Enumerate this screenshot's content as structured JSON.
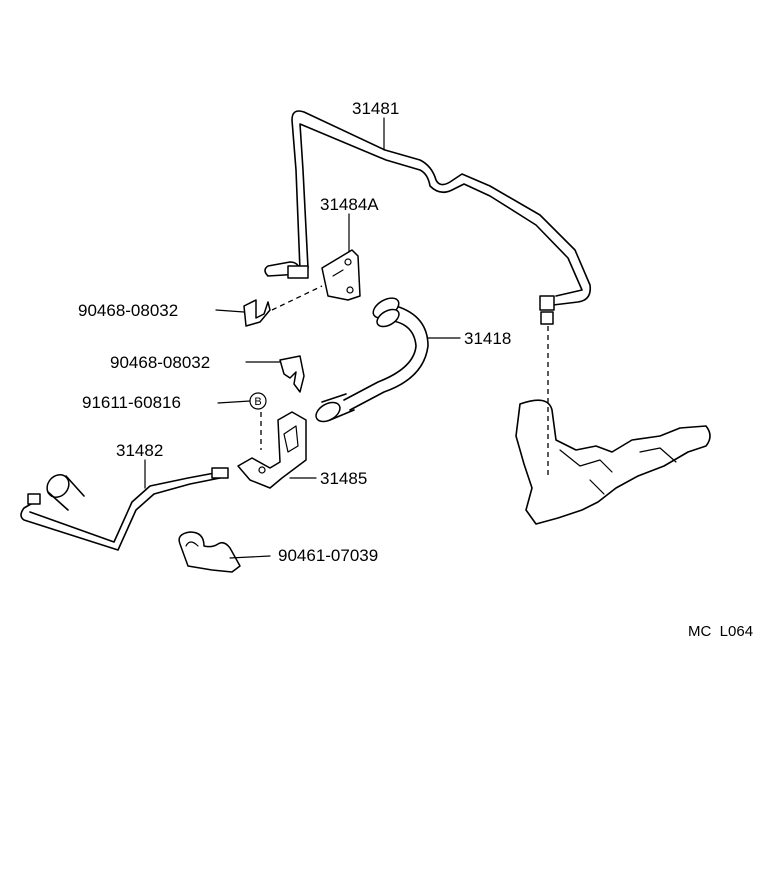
{
  "parts": {
    "pipe_upper": "31481",
    "bracket": "31484A",
    "clip_1": "90468-08032",
    "hose": "31418",
    "clip_2": "90468-08032",
    "bolt": "91611-60816",
    "pipe_lower": "31482",
    "bracket_lower": "31485",
    "clamp": "90461-07039"
  },
  "bolt_marker": "B",
  "diagram_code": "MC  L064"
}
